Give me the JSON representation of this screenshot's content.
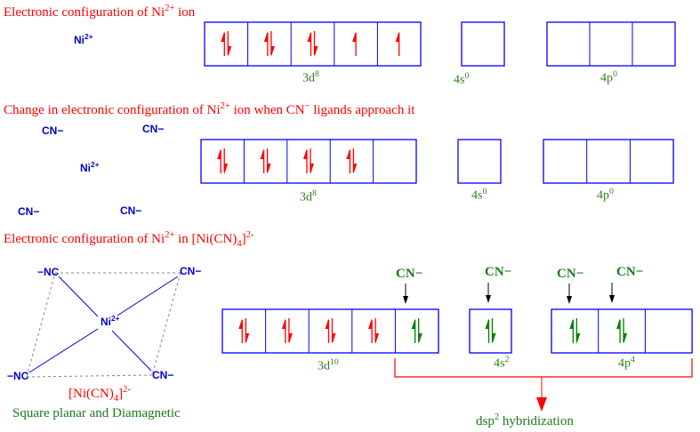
{
  "colors": {
    "box": "#0000ff",
    "paired_red": "#ff0000",
    "paired_green": "#008000",
    "bracket": "#ff0000",
    "title": "#ff0000"
  },
  "section1": {
    "title": "Electronic configuration of Ni",
    "title_sup": "2+",
    "title_end": " ion",
    "ion": "Ni",
    "ion_sup": "2+",
    "orbitals": [
      {
        "label": "3d",
        "sup": "8",
        "electrons": [
          2,
          2,
          2,
          1,
          1
        ],
        "color": "red"
      },
      {
        "label": "4s",
        "sup": "0",
        "electrons": [
          0
        ],
        "color": "red"
      },
      {
        "label": "4p",
        "sup": "0",
        "electrons": [
          0,
          0,
          0
        ],
        "color": "red"
      }
    ]
  },
  "section2": {
    "title": "Change in electronic configuration of Ni",
    "title_sup": "2+",
    "title_mid": " ion when CN",
    "title_sup2": "−",
    "title_end": " ligands approach it",
    "ligands": [
      "CN−",
      "CN−",
      "CN−",
      "CN−"
    ],
    "ion": "Ni",
    "ion_sup": "2+",
    "orbitals": [
      {
        "label": "3d",
        "sup": "8",
        "electrons": [
          2,
          2,
          2,
          2,
          0
        ],
        "color": "red"
      },
      {
        "label": "4s",
        "sup": "0",
        "electrons": [
          0
        ],
        "color": "red"
      },
      {
        "label": "4p",
        "sup": "0",
        "electrons": [
          0,
          0,
          0
        ],
        "color": "red"
      }
    ]
  },
  "section3": {
    "title": "Electronic configuration of Ni",
    "title_sup": "2+",
    "title_mid": " in [Ni(CN)",
    "title_sub": "4",
    "title_end": "]",
    "title_sup2": "2-",
    "complex": {
      "ligands": [
        "−NC",
        "CN−",
        "−NC",
        "CN−"
      ],
      "center": "Ni",
      "center_sup": "2+"
    },
    "formula": "[Ni(CN)",
    "formula_sub": "4",
    "formula_end": "]",
    "formula_sup": "2-",
    "description": "Square planar and Diamagnetic",
    "incoming_ligand": "CN−",
    "orbitals": [
      {
        "label": "3d",
        "sup": "10",
        "electrons": [
          2,
          2,
          2,
          2,
          2
        ],
        "colors": [
          "red",
          "red",
          "red",
          "red",
          "green"
        ]
      },
      {
        "label": "4s",
        "sup": "2",
        "electrons": [
          2
        ],
        "colors": [
          "green"
        ]
      },
      {
        "label": "4p",
        "sup": "4",
        "electrons": [
          2,
          2,
          0
        ],
        "colors": [
          "green",
          "green",
          "green"
        ]
      }
    ],
    "hybridization": "dsp",
    "hybridization_sup": "2",
    "hybridization_end": " hybridization"
  }
}
